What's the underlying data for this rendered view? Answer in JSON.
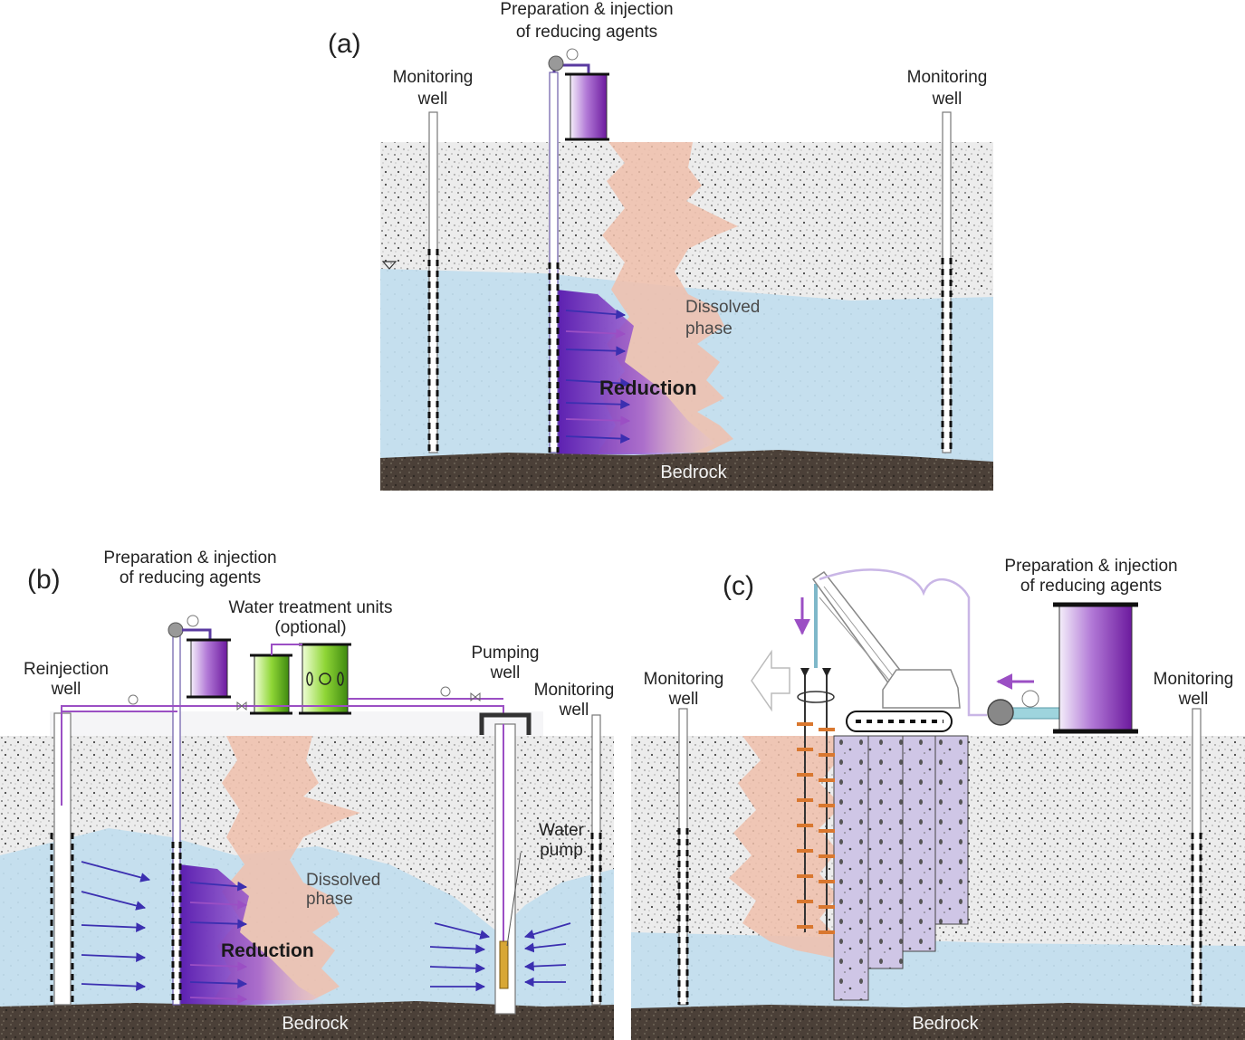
{
  "panel_a": {
    "letter": "(a)",
    "injection_label": [
      "Preparation & injection",
      "of reducing agents"
    ],
    "monitoring_left": [
      "Monitoring",
      "well"
    ],
    "monitoring_right": [
      "Monitoring",
      "well"
    ],
    "dissolved": [
      "Dissolved",
      "phase"
    ],
    "reduction": "Reduction",
    "bedrock": "Bedrock"
  },
  "panel_b": {
    "letter": "(b)",
    "injection_label": [
      "Preparation & injection",
      "of reducing agents"
    ],
    "treatment_label": [
      "Water treatment units",
      "(optional)"
    ],
    "reinjection": [
      "Reinjection",
      "well"
    ],
    "pumping": [
      "Pumping",
      "well"
    ],
    "monitoring": [
      "Monitoring",
      "well"
    ],
    "water_pump": [
      "Water",
      "pump"
    ],
    "dissolved": [
      "Dissolved",
      "phase"
    ],
    "reduction": "Reduction",
    "bedrock": "Bedrock"
  },
  "panel_c": {
    "letter": "(c)",
    "injection_label": [
      "Preparation & injection",
      "of reducing agents"
    ],
    "monitoring_left": [
      "Monitoring",
      "well"
    ],
    "monitoring_right": [
      "Monitoring",
      "well"
    ],
    "bedrock": "Bedrock"
  },
  "colors": {
    "soil": "#ececec",
    "water": "#c5dfee",
    "bedrock": "#4b4038",
    "plume": "#f0c0ab",
    "reagent": "#5b1fb0",
    "arrow": "#3b2fb0",
    "treatment": "#7ccf2a",
    "column": "#cfc6e6"
  }
}
